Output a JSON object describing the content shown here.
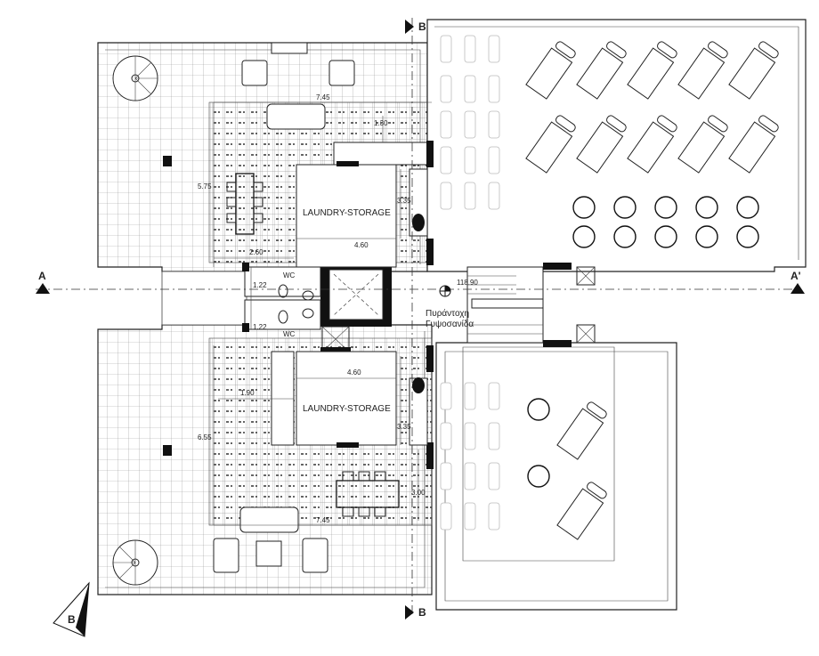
{
  "rooms": {
    "laundry_top": "LAUNDRY-STORAGE",
    "laundry_bottom": "LAUNDRY-STORAGE",
    "wc_top": "WC",
    "wc_bottom": "WC",
    "fire_board_line1": "Πυράντοχη",
    "fire_board_line2": "Γυψοσανίδα"
  },
  "dimensions": {
    "top_width": "7.45",
    "top_kitchen": "1.30",
    "top_left_height": "5.75",
    "top_laundry_height": "3.35",
    "top_laundry_width": "4.60",
    "top_dining": "2.60",
    "wc_top": "1.22",
    "wc_bottom": "1.22",
    "level": "118.90",
    "bottom_laundry_width": "4.60",
    "bottom_laundry_height": "3.35",
    "bottom_kitchen": "1.90",
    "bottom_left_height": "6.55",
    "bottom_dining": "3.00",
    "bottom_width": "7.45"
  },
  "section_marks": {
    "a_left": "A",
    "a_right": "A'",
    "b_top": "B",
    "b_bottom": "B",
    "north": "B"
  }
}
